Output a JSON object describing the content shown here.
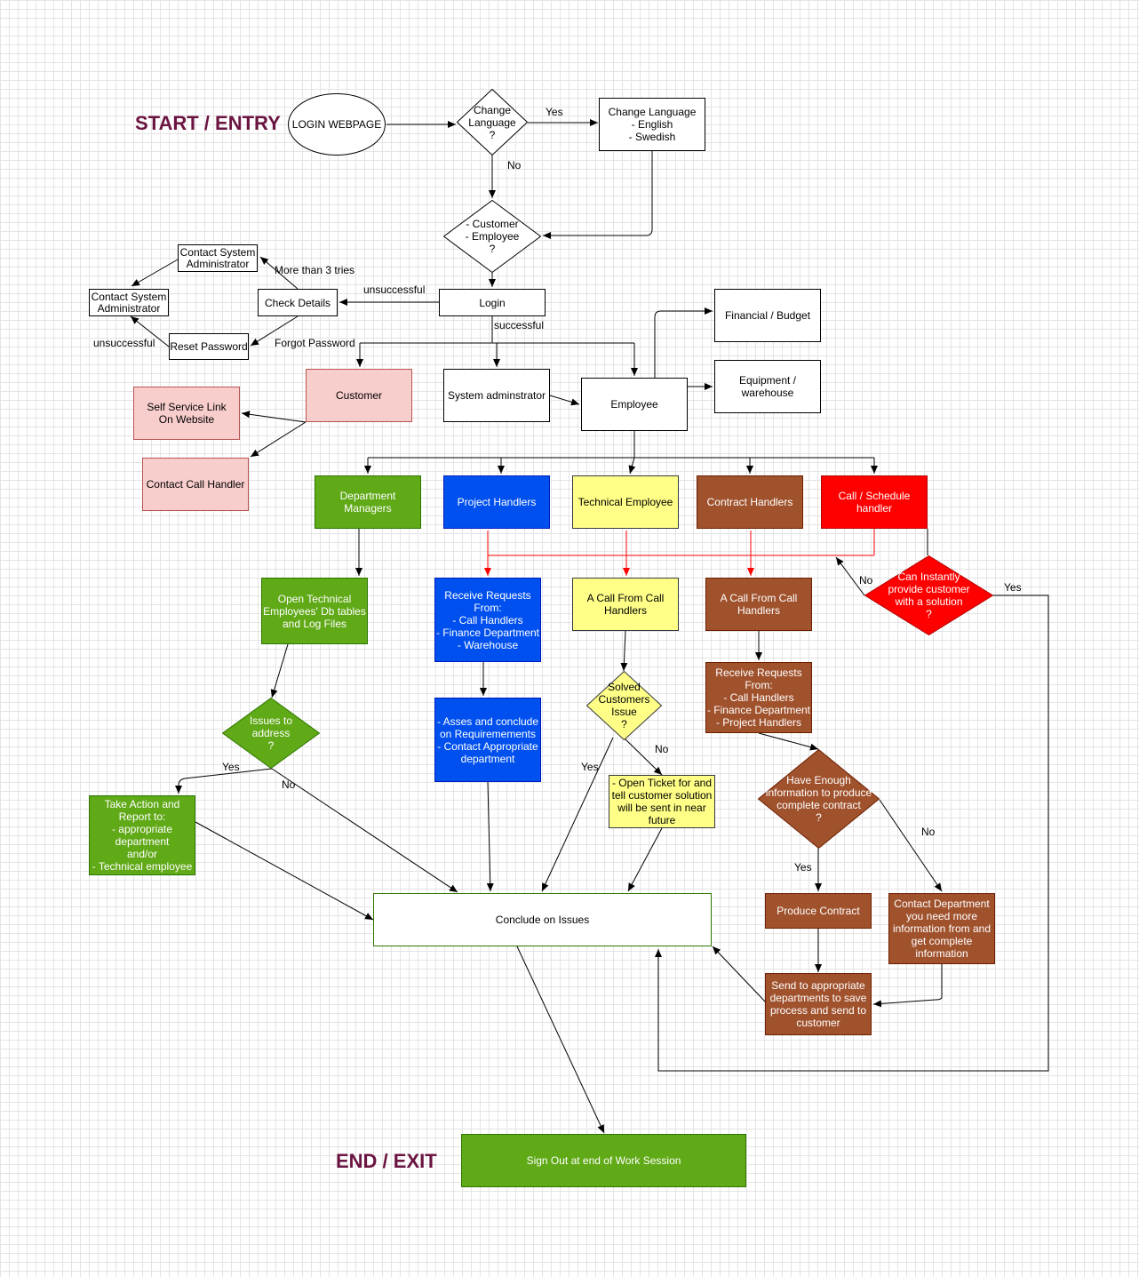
{
  "titles": {
    "start": "START / ENTRY",
    "end": "END / EXIT"
  },
  "nodes": {
    "login_webpage": "LOGIN WEBPAGE",
    "change_language_q": "Change\nLanguage\n?",
    "change_language": "Change Language\n- English\n- Swedish",
    "customer_employee_q": "- Customer\n- Employee\n?",
    "login": "Login",
    "check_details": "Check Details",
    "contact_sysadmin_top": "Contact System\nAdministrator",
    "contact_sysadmin_left": "Contact System\nAdministrator",
    "reset_password": "Reset Password",
    "customer": "Customer",
    "self_service": "Self Service Link\nOn Website",
    "contact_call_handler": "Contact Call Handler",
    "system_admin": "System adminstrator",
    "employee": "Employee",
    "financial_budget": "Financial / Budget",
    "equipment_warehouse": "Equipment /\nwarehouse",
    "department_managers": "Department\nManagers",
    "project_handlers": "Project Handlers",
    "technical_employee": "Technical Employee",
    "contract_handlers": "Contract  Handlers",
    "call_schedule_handler": "Call / Schedule\nhandler",
    "open_technical": "Open Technical\nEmployees' Db tables\nand Log Files",
    "receive_requests_blue": "Receive Requests\nFrom:\n- Call Handlers\n- Finance Department\n- Warehouse",
    "call_from_handlers_yellow": "A Call From  Call\nHandlers",
    "call_from_handlers_brown": "A Call From Call\nHandlers",
    "can_instantly_q": "Can Instantly\nprovide customer\nwith a solution\n?",
    "issues_q": "Issues to\naddress\n?",
    "asses_conclude": "- Asses and conclude\non Requiremements\n- Contact Appropriate\ndepartment",
    "solved_q": "Solved\nCustomers\nIssue\n?",
    "receive_requests_brown": "Receive Requests\nFrom:\n- Call Handlers\n- Finance Department\n- Project Handlers",
    "have_enough_q": "Have Enough\ninformation to produce\ncomplete contract\n?",
    "take_action": "Take Action and\nReport to:\n- appropriate\ndepartment\nand/or\n- Technical employee",
    "open_ticket": "- Open Ticket for and\ntell customer solution\nwill be sent in near\nfuture",
    "produce_contract": "Produce Contract",
    "contact_department": "Contact Department\nyou need more\ninformation from and\nget complete\ninformation",
    "send_departments": "Send to appropriate\ndepartments to save\nprocess and send to\ncustomer",
    "conclude_issues": "Conclude on Issues",
    "sign_out": "Sign Out at end of Work Session"
  },
  "edge_labels": {
    "yes_language": "Yes",
    "no_language": "No",
    "unsuccessful_login": "unsuccessful",
    "more_than_3": "More than 3 tries",
    "successful": "successful",
    "forgot_password": "Forgot Password",
    "unsuccessful_reset": "unsuccessful",
    "no_instantly": "No",
    "yes_instantly": "Yes",
    "yes_issues": "Yes",
    "no_issues": "No",
    "no_solved": "No",
    "yes_solved": "Yes",
    "yes_enough": "Yes",
    "no_enough": "No"
  },
  "colors": {
    "title": "#6b1441",
    "green": "#60a917",
    "blue": "#0050ef",
    "yellow": "#ffff88",
    "brown": "#a0522d",
    "red": "#ff0000",
    "pink": "#f8cecc",
    "red_connector": "#ff0000"
  }
}
